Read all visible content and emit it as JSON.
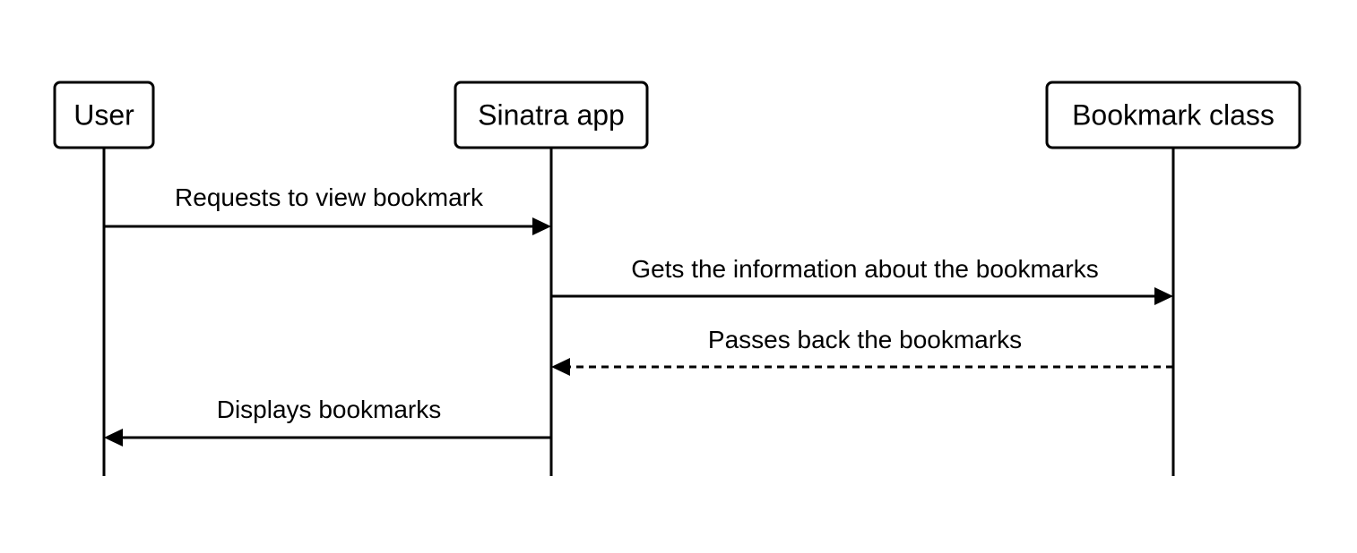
{
  "diagram": {
    "type": "sequence",
    "actors": [
      {
        "id": "user",
        "label": "User"
      },
      {
        "id": "sinatra",
        "label": "Sinatra app"
      },
      {
        "id": "bookmark",
        "label": "Bookmark class"
      }
    ],
    "messages": [
      {
        "from": "user",
        "to": "sinatra",
        "label": "Requests to view bookmark",
        "style": "solid"
      },
      {
        "from": "sinatra",
        "to": "bookmark",
        "label": "Gets the information about the bookmarks",
        "style": "solid"
      },
      {
        "from": "bookmark",
        "to": "sinatra",
        "label": "Passes back the bookmarks",
        "style": "dashed"
      },
      {
        "from": "sinatra",
        "to": "user",
        "label": "Displays bookmarks",
        "style": "solid"
      }
    ]
  },
  "colors": {
    "line": "#000000",
    "background": "#ffffff"
  }
}
